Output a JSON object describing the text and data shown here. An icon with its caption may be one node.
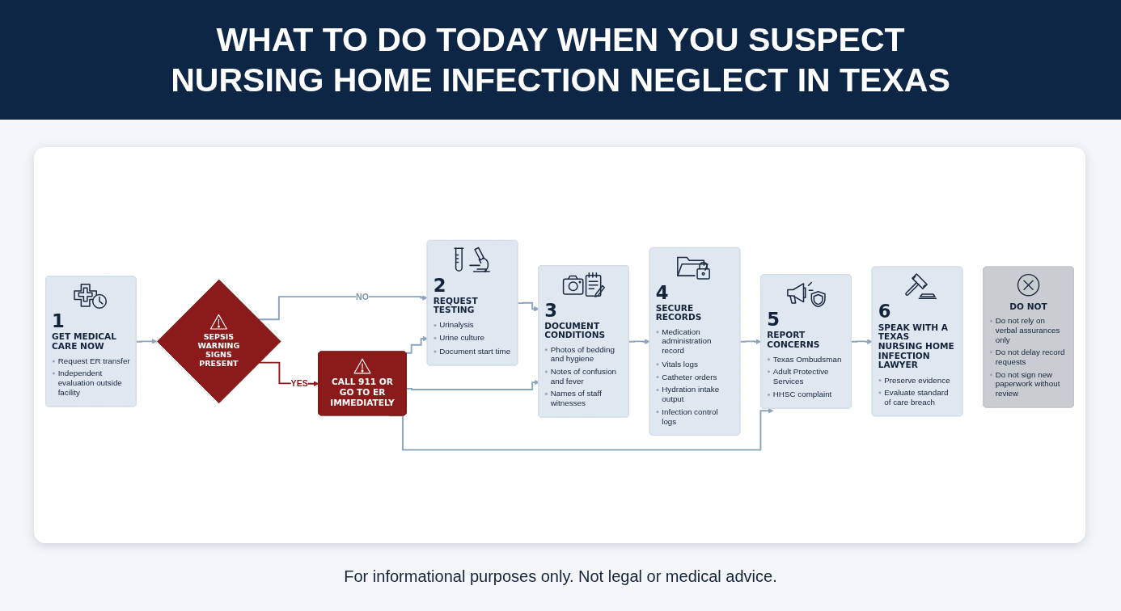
{
  "diagram": {
    "title": "WHAT TO DO TODAY WHEN YOU SUSPECT NURSING HOME INFECTION NEGLECT IN TEXAS",
    "caption": "For informational purposes only. Not legal or medical advice.",
    "nodes": [
      {
        "text": [
          "1",
          "GET MEDICAL CARE NOW",
          "Request ER transfer",
          "Independent evaluation outside facility"
        ]
      },
      {
        "text": [
          "SEPSIS WARNING SIGNS PRESENT"
        ]
      },
      {
        "text": [
          "CALL 911 OR GO TO ER IMMEDIATELY"
        ]
      },
      {
        "text": [
          "2",
          "REQUEST TESTING",
          "Urinalysis",
          "Urine culture",
          "Document start time"
        ]
      },
      {
        "text": [
          "3",
          "DOCUMENT CONDITIONS",
          "Photos of bedding and hygiene",
          "Notes of confusion and fever",
          "Names of staff witnesses"
        ]
      },
      {
        "text": [
          "4",
          "SECURE RECORDS",
          "Medication administration record",
          "Vitals logs",
          "Catheter orders",
          "Hydration intake output",
          "Infection control logs"
        ]
      },
      {
        "text": [
          "5",
          "REPORT CONCERNS",
          "Texas Ombudsman",
          "Adult Protective Services",
          "HHSC complaint"
        ]
      },
      {
        "text": [
          "6",
          "SPEAK WITH A TEXAS NURSING HOME INFECTION LAWYER",
          "Preserve evidence",
          "Evaluate standard of care breach"
        ]
      },
      {
        "text": [
          "DO NOT",
          "Do not rely on verbal assurances only",
          "Do not delay record requests",
          "Do not sign new paperwork without review"
        ]
      }
    ],
    "edges": [
      {
        "from": 0,
        "to": 1,
        "arrow": "to"
      },
      {
        "from": 1,
        "to": 2,
        "arrow": "to",
        "label": "YES",
        "color": "#8b1a1a"
      },
      {
        "from": 1,
        "to": 3,
        "arrow": "to",
        "label": "NO"
      },
      {
        "from": 3,
        "to": 4,
        "arrow": "to"
      },
      {
        "from": 4,
        "to": 5,
        "arrow": "to"
      },
      {
        "from": 5,
        "to": 6,
        "arrow": "to"
      },
      {
        "from": 6,
        "to": 7,
        "arrow": "to"
      },
      {
        "from": 2,
        "to": 3,
        "arrow": "to"
      },
      {
        "from": 2,
        "to": 4,
        "arrow": "to"
      },
      {
        "from": 2,
        "to": 6,
        "arrow": "to"
      }
    ]
  }
}
